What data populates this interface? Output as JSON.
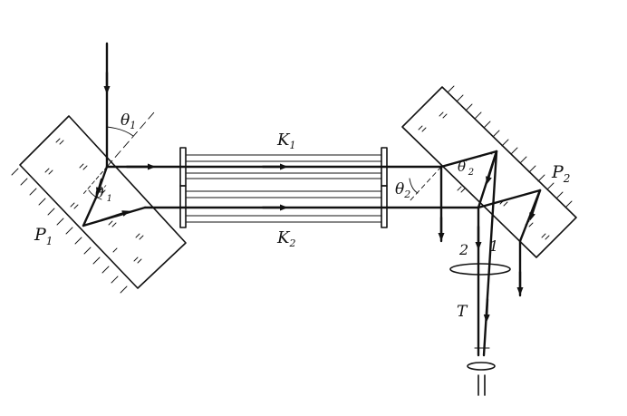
{
  "labels": {
    "theta1": "θ",
    "theta1_sub": "1",
    "theta1_prime": "θ",
    "theta1_prime_sub": "1",
    "theta1_prime_mark": "′",
    "theta2": "θ",
    "theta2_sub": "2",
    "theta2_prime": "θ",
    "theta2_prime_sub": "2",
    "theta2_prime_mark": "′",
    "k1": "K",
    "k1_sub": "1",
    "k2": "K",
    "k2_sub": "2",
    "p1": "P",
    "p1_sub": "1",
    "p2": "P",
    "p2_sub": "2",
    "beam2": "2",
    "beam1": "1",
    "telescope": "T"
  },
  "colors": {
    "ink": "#111111",
    "background": "#ffffff"
  }
}
